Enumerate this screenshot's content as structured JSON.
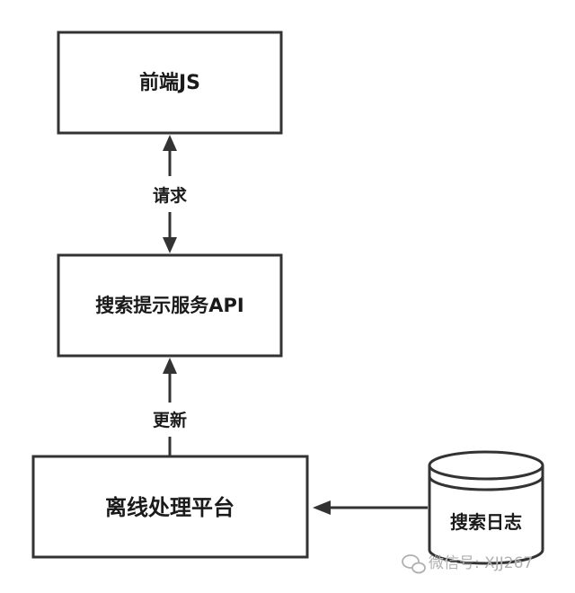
{
  "nodes": {
    "frontend": {
      "label": "前端JS"
    },
    "api": {
      "label": "搜索提示服务API"
    },
    "offline": {
      "label": "离线处理平台"
    },
    "logs": {
      "label": "搜索日志"
    }
  },
  "edges": {
    "request": {
      "label": "请求"
    },
    "update": {
      "label": "更新"
    }
  },
  "watermark": {
    "text": "微信号: XJJ267"
  }
}
